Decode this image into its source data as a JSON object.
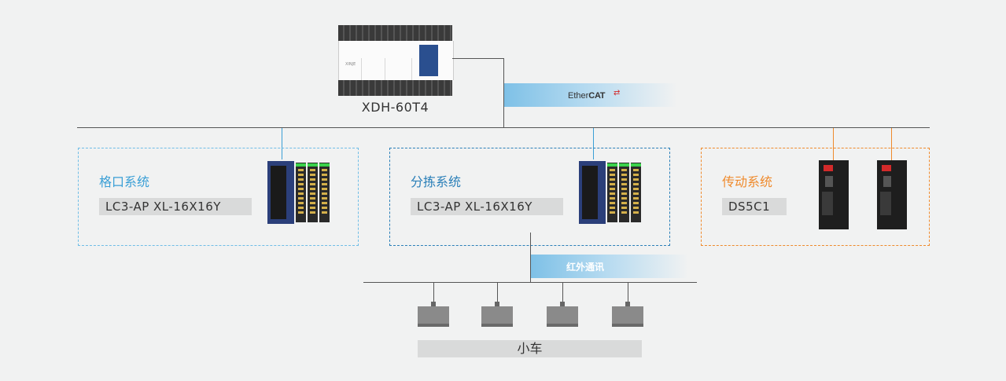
{
  "plc": {
    "model": "XDH-60T4",
    "brand": "XINJE"
  },
  "bus": {
    "ethercat": "EtherCAT",
    "ethercat_prefix": "Ether",
    "ethercat_suffix": "CAT",
    "infrared": "红外通讯"
  },
  "groups": [
    {
      "title": "格口系统",
      "model": "LC3-AP XL-16X16Y",
      "color": "#3a9fd6"
    },
    {
      "title": "分拣系统",
      "model": "LC3-AP XL-16X16Y",
      "color": "#2a7fb8"
    },
    {
      "title": "传动系统",
      "model": "DS5C1",
      "color": "#ef8a2c"
    }
  ],
  "carts": {
    "label": "小车",
    "count": 4
  },
  "colors": {
    "line": "#555555",
    "blue": "#3a9fd6",
    "orange": "#ef8a2c",
    "background": "#f1f2f2"
  }
}
